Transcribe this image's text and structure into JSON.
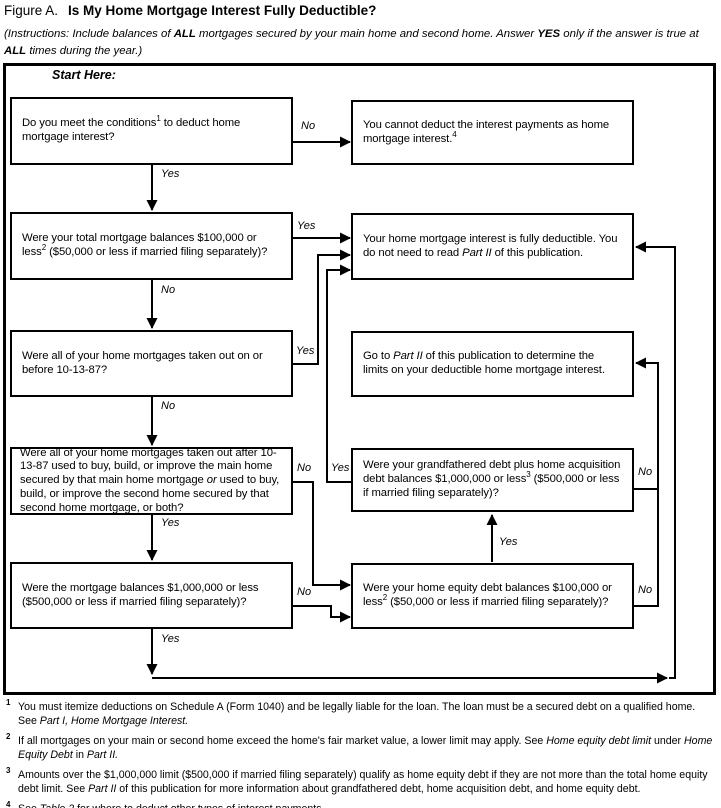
{
  "colors": {
    "ink": "#000000",
    "background": "#ffffff"
  },
  "title": {
    "figure_label": "Figure A.",
    "title_text": "Is My Home Mortgage Interest Fully Deductible?"
  },
  "instructions": {
    "runs": [
      {
        "t": "(Instructions: Include balances of "
      },
      {
        "t": "ALL",
        "b": true
      },
      {
        "t": " mortgages secured by your main home and second home. Answer "
      },
      {
        "t": "YES",
        "b": true
      },
      {
        "t": " only if the answer is true at "
      },
      {
        "t": "ALL",
        "b": true
      },
      {
        "t": " times during the year.)"
      }
    ]
  },
  "flowchart": {
    "start_label": "Start Here:",
    "boxes": [
      {
        "id": "conditions-question",
        "runs": [
          {
            "t": "Do you meet the conditions"
          },
          {
            "t": "1",
            "sup": true
          },
          {
            "t": " to deduct home mortgage interest?"
          }
        ]
      },
      {
        "id": "cannot-deduct-result",
        "runs": [
          {
            "t": "You cannot deduct the interest payments as home mortgage interest."
          },
          {
            "t": "4",
            "sup": true
          }
        ]
      },
      {
        "id": "total-balances-100k-question",
        "runs": [
          {
            "t": "Were your total mortgage balances $100,000 or less"
          },
          {
            "t": "2",
            "sup": true
          },
          {
            "t": " ($50,000 or less if married filing separately)?"
          }
        ]
      },
      {
        "id": "fully-deductible-result",
        "runs": [
          {
            "t": "Your home mortgage interest is fully deductible. You do not need to read "
          },
          {
            "t": "Part II",
            "i": true
          },
          {
            "t": " of this publication."
          }
        ]
      },
      {
        "id": "before-10-13-87-question",
        "runs": [
          {
            "t": "Were all of your home mortgages taken out on or before 10-13-87?"
          }
        ]
      },
      {
        "id": "go-to-part-ii-result",
        "runs": [
          {
            "t": "Go to "
          },
          {
            "t": "Part II",
            "i": true
          },
          {
            "t": " of this publication to determine the limits on your deductible home mortgage interest."
          }
        ]
      },
      {
        "id": "after-10-13-87-buy-build-improve-question",
        "runs": [
          {
            "t": "Were all of your home mortgages taken out after 10-13-87 used to buy, build, or improve the main home secured by that main home mortgage "
          },
          {
            "t": "or",
            "i": true
          },
          {
            "t": " used to buy, build, or improve the second home secured by that second home mortgage, or both?"
          }
        ]
      },
      {
        "id": "grandfathered-plus-acquisition-question",
        "runs": [
          {
            "t": "Were your grandfathered debt plus home acquisition debt balances $1,000,000 or less"
          },
          {
            "t": "3",
            "sup": true
          },
          {
            "t": " ($500,000 or less if married filing separately)?"
          }
        ]
      },
      {
        "id": "balances-1m-question",
        "runs": [
          {
            "t": "Were the mortgage balances $1,000,000 or less ($500,000 or less if married filing separately)?"
          }
        ]
      },
      {
        "id": "home-equity-100k-question",
        "runs": [
          {
            "t": "Were your home equity debt balances $100,000 or less"
          },
          {
            "t": "2",
            "sup": true
          },
          {
            "t": " ($50,000 or less if married filing separately)?"
          }
        ]
      }
    ],
    "edge_labels": [
      {
        "id": "conditions-no",
        "text": "No"
      },
      {
        "id": "conditions-yes",
        "text": "Yes"
      },
      {
        "id": "total-balances-yes",
        "text": "Yes"
      },
      {
        "id": "total-balances-no",
        "text": "No"
      },
      {
        "id": "before-87-yes",
        "text": "Yes"
      },
      {
        "id": "before-87-no",
        "text": "No"
      },
      {
        "id": "after-87-no",
        "text": "No"
      },
      {
        "id": "grandfathered-yes",
        "text": "Yes"
      },
      {
        "id": "after-87-yes",
        "text": "Yes"
      },
      {
        "id": "balances-1m-no",
        "text": "No"
      },
      {
        "id": "balances-1m-yes",
        "text": "Yes"
      },
      {
        "id": "home-equity-yes",
        "text": "Yes"
      },
      {
        "id": "grandfathered-no",
        "text": "No"
      },
      {
        "id": "home-equity-no",
        "text": "No"
      }
    ]
  },
  "footnotes": [
    {
      "num": "1",
      "runs": [
        {
          "t": "You must itemize deductions on Schedule A (Form 1040) and be legally liable for the loan. The loan must be a secured debt on a qualified home. See "
        },
        {
          "t": "Part I, Home Mortgage Interest.",
          "i": true
        }
      ]
    },
    {
      "num": "2",
      "runs": [
        {
          "t": "If all mortgages on your main or second home exceed the home's fair market value, a lower limit may apply. See "
        },
        {
          "t": "Home equity debt limit",
          "i": true
        },
        {
          "t": " under "
        },
        {
          "t": "Home Equity Debt",
          "i": true
        },
        {
          "t": " in "
        },
        {
          "t": "Part II.",
          "i": true
        }
      ]
    },
    {
      "num": "3",
      "runs": [
        {
          "t": "Amounts over the $1,000,000 limit ($500,000 if married filing separately) qualify as home equity debt if they are not more than the total home equity debt limit. See "
        },
        {
          "t": "Part II",
          "i": true
        },
        {
          "t": " of this publication for more information about grandfathered debt, home acquisition debt, and home equity debt."
        }
      ]
    },
    {
      "num": "4",
      "runs": [
        {
          "t": "See "
        },
        {
          "t": "Table 2",
          "i": true
        },
        {
          "t": " for where to deduct other types of interest payments."
        }
      ]
    }
  ]
}
